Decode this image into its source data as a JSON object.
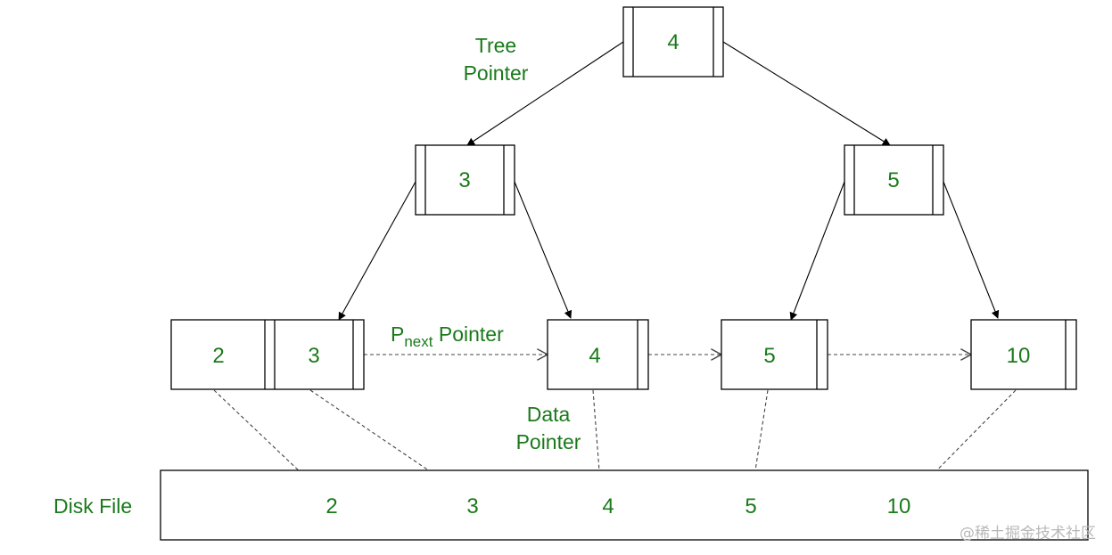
{
  "labels": {
    "tree_pointer_line1": "Tree",
    "tree_pointer_line2": "Pointer",
    "pnext_base": "P",
    "pnext_sub": "next",
    "pnext_suffix": " Pointer",
    "data_pointer_line1": "Data",
    "data_pointer_line2": "Pointer",
    "disk_file": "Disk File"
  },
  "nodes": {
    "root": "4",
    "internal_left": "3",
    "internal_right": "5",
    "leaf1_key1": "2",
    "leaf1_key2": "3",
    "leaf2": "4",
    "leaf3": "5",
    "leaf4": "10"
  },
  "disk_file": {
    "records": [
      "2",
      "3",
      "4",
      "5",
      "10"
    ]
  },
  "colors": {
    "text": "#1a7a1a",
    "lines": "#000000",
    "dashed": "#444444"
  },
  "watermark": "@稀土掘金技术社区"
}
